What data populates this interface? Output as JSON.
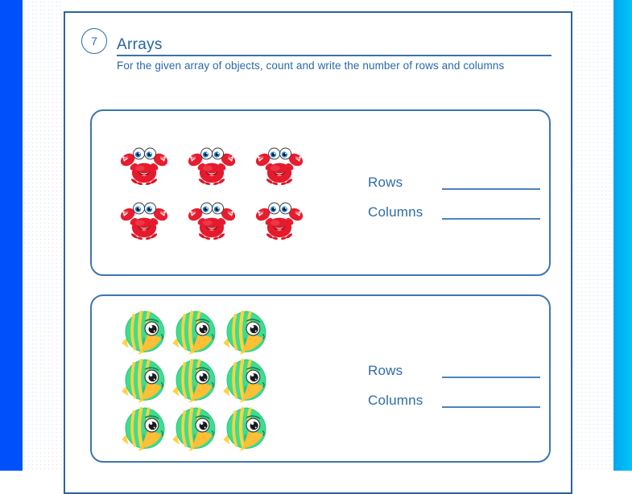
{
  "worksheet": {
    "question_number": "7",
    "title": "Arrays",
    "instruction": "For the given array of objects, count and write the number of rows and columns"
  },
  "boxes": [
    {
      "name": "crab-array",
      "object_icon": "crab-icon",
      "grid": {
        "rows": 2,
        "columns": 3
      },
      "rows_label": "Rows",
      "columns_label": "Columns",
      "rows_value": "",
      "columns_value": ""
    },
    {
      "name": "fish-array",
      "object_icon": "fish-icon",
      "grid": {
        "rows": 3,
        "columns": 3
      },
      "rows_label": "Rows",
      "columns_label": "Columns",
      "rows_value": "",
      "columns_value": ""
    }
  ],
  "colors": {
    "left_stripe": "#0051fb",
    "right_stripe_start": "#00a5ef",
    "right_stripe_end": "#00c6f8",
    "page_border": "#2f6399",
    "box_border": "#3c76b0",
    "heading_text": "#2565a3",
    "label_text": "#2e6ba8",
    "blank_line": "#4d83bb",
    "crab_red": "#e51a2c",
    "fish_green": "#3edd90",
    "fish_yellow": "#ffd23f"
  }
}
